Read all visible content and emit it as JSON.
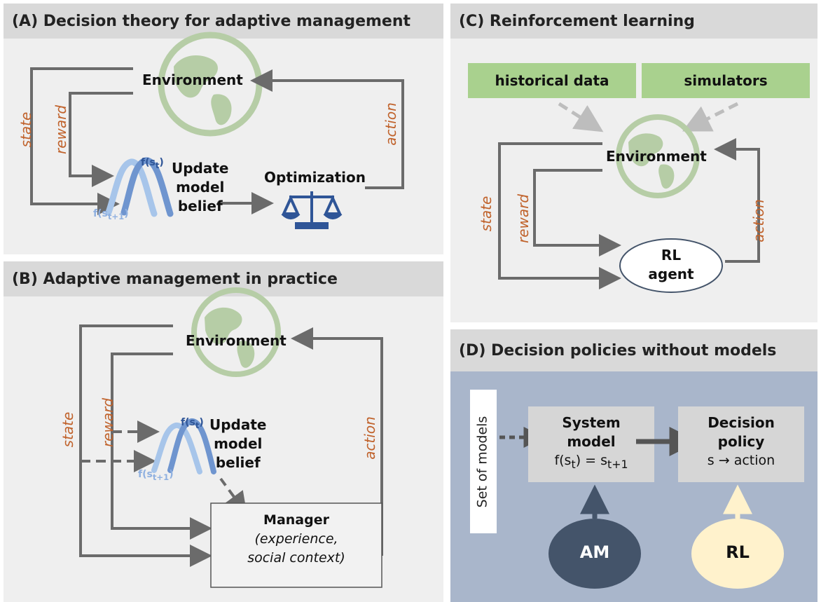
{
  "panels": {
    "a": {
      "title": "(A) Decision theory for adaptive management",
      "environment": "Environment",
      "state": "state",
      "reward": "reward",
      "action": "action",
      "update_l1": "Update",
      "update_l2": "model",
      "update_l3": "belief",
      "optimization": "Optimization",
      "f_st": "f(s",
      "f_st_sub": "t",
      "f_st1": "f(s",
      "f_st1_sub": "t+1",
      "close_paren": ")"
    },
    "b": {
      "title": "(B) Adaptive management in practice",
      "environment": "Environment",
      "state": "state",
      "reward": "reward",
      "action": "action",
      "update_l1": "Update",
      "update_l2": "model",
      "update_l3": "belief",
      "manager": "Manager",
      "manager_sub1": "(experience,",
      "manager_sub2": "social context)",
      "f_st": "f(s",
      "f_st_sub": "t",
      "f_st1": "f(s",
      "f_st1_sub": "t+1",
      "close_paren": ")"
    },
    "c": {
      "title": "(C) Reinforcement learning",
      "historical": "historical data",
      "simulators": "simulators",
      "environment": "Environment",
      "state": "state",
      "reward": "reward",
      "action": "action",
      "agent_l1": "RL",
      "agent_l2": "agent"
    },
    "d": {
      "title": "(D) Decision policies without models",
      "set_of_models": "Set of models",
      "system_l1": "System",
      "system_l2": "model",
      "system_eq_pre": "f(s",
      "system_eq_sub1": "t",
      "system_eq_mid": ") = s",
      "system_eq_sub2": "t+1",
      "policy_l1": "Decision",
      "policy_l2": "policy",
      "policy_eq": "s → action",
      "am": "AM",
      "rl": "RL"
    }
  },
  "colors": {
    "panel_bg": "#efefef",
    "header_bg": "#d9d9d9",
    "arrow": "#6b6b6b",
    "italic_label": "#c0622b",
    "globe": "#a9c496",
    "green_box": "#a9d18e",
    "d_bg": "#a9b6cb",
    "am_fill": "#44546a",
    "rl_fill": "#fff2cc",
    "scale": "#2f5597"
  },
  "icons": [
    "globe-icon",
    "balance-scale-icon",
    "belief-curves-icon"
  ]
}
